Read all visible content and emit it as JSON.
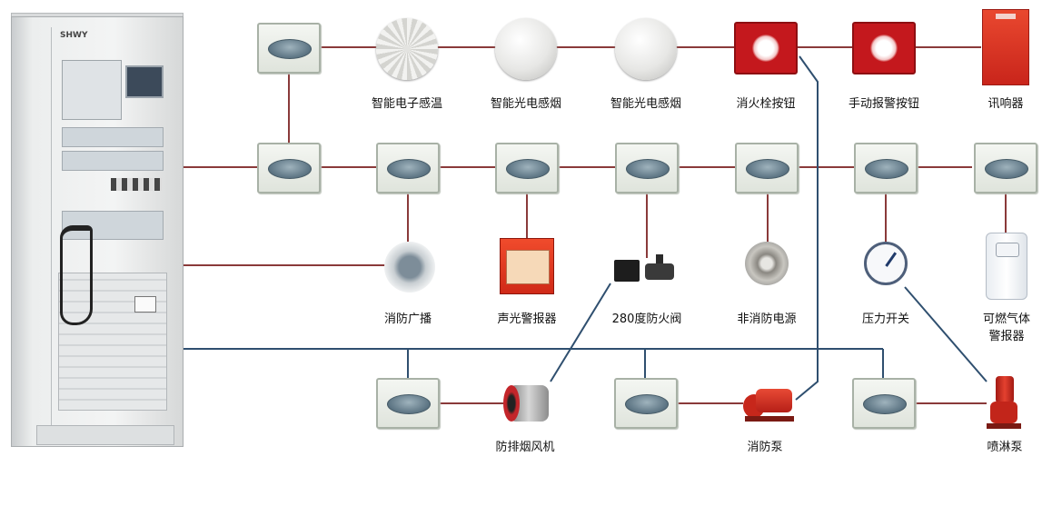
{
  "cabinet": {
    "brand": "SHWY"
  },
  "devices": {
    "heat_detector": "智能电子感温",
    "smoke_detector_1": "智能光电感烟",
    "smoke_detector_2": "智能光电感烟",
    "hydrant_button": "消火栓按钮",
    "manual_alarm_button": "手动报警按钮",
    "sounder": "讯响器",
    "broadcast_speaker": "消防广播",
    "sound_light_alarm": "声光警报器",
    "fire_damper_280": "280度防火阀",
    "non_fire_power": "非消防电源",
    "pressure_switch": "压力开关",
    "gas_detector_line1": "可燃气体",
    "gas_detector_line2": "警报器",
    "smoke_exhaust_fan": "防排烟风机",
    "fire_pump": "消防泵",
    "sprinkler_pump": "喷淋泵"
  },
  "colors": {
    "wire_red": "#8a3a3a",
    "wire_blue": "#2f4f6f",
    "alarm_red": "#c4181d"
  }
}
